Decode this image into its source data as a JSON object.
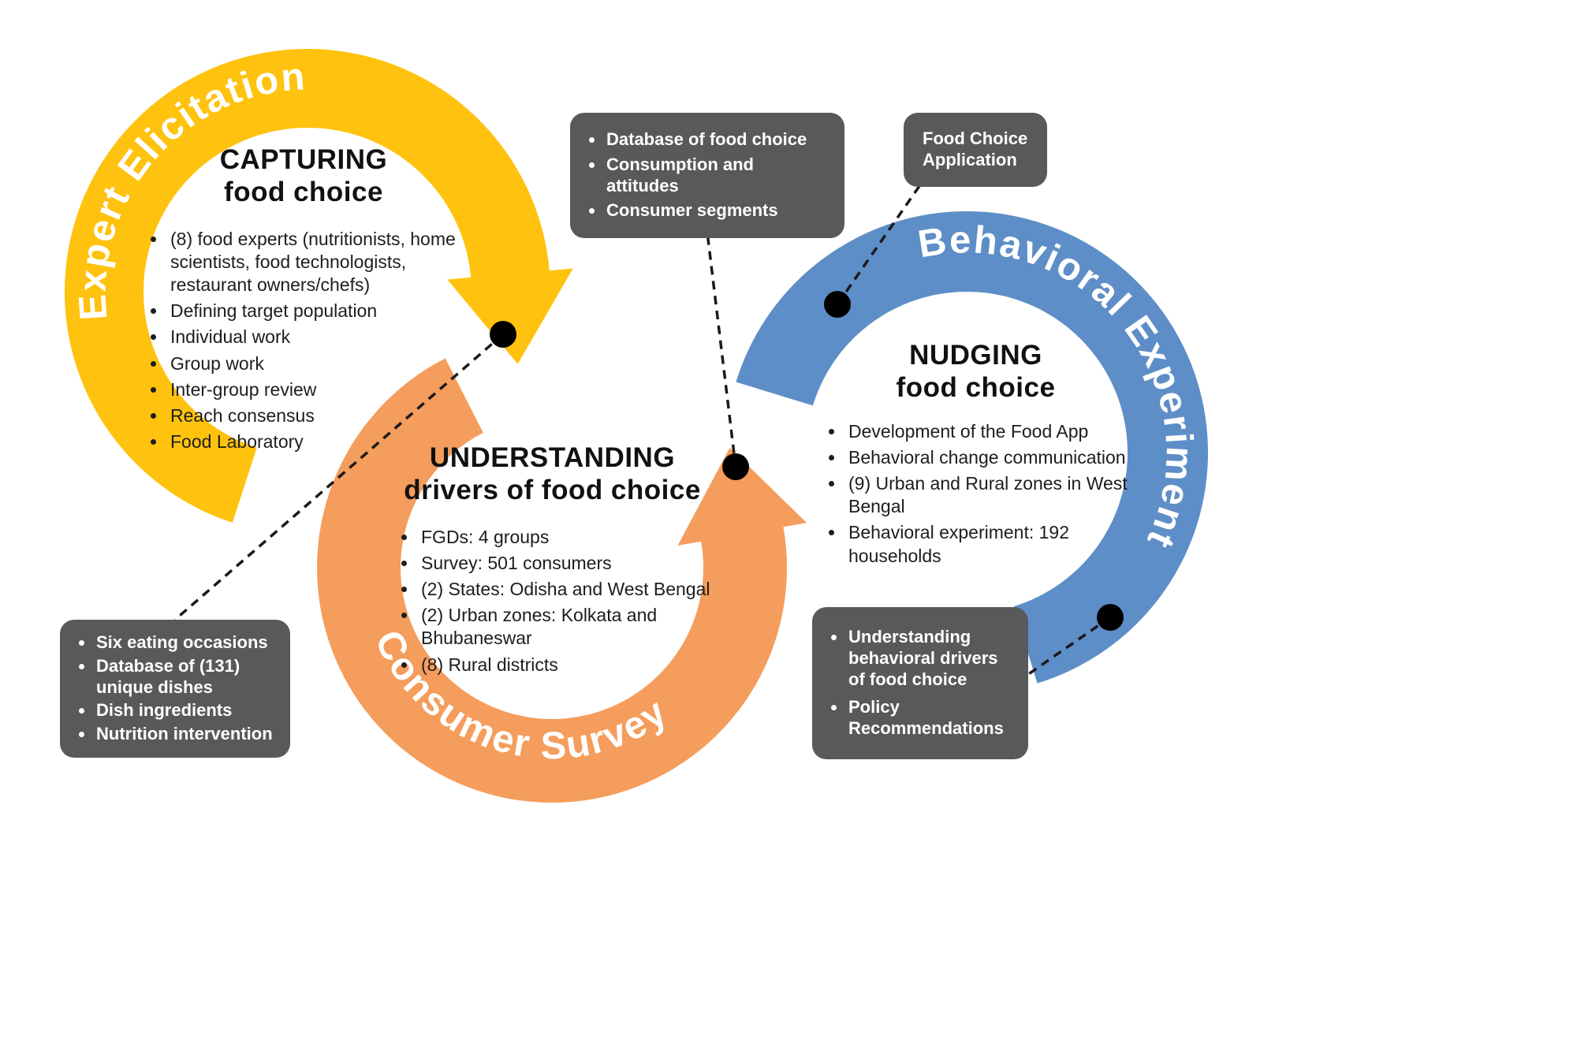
{
  "rings": {
    "expert": {
      "label": "Expert Elicitation",
      "color": "#FFC20E",
      "title_line1": "CAPTURING",
      "title_line2": "food choice",
      "bullets": [
        "(8) food experts (nutritionists, home scientists, food technologists, restaurant owners/chefs)",
        "Defining target population",
        "Individual work",
        "Group work",
        "Inter-group review",
        "Reach consensus",
        "Food Laboratory"
      ]
    },
    "consumer": {
      "label": "Consumer Survey",
      "color": "#F49D5C",
      "title_line1": "UNDERSTANDING",
      "title_line2": "drivers of food choice",
      "bullets": [
        "FGDs: 4 groups",
        "Survey: 501 consumers",
        "(2) States: Odisha and West Bengal",
        "(2) Urban zones: Kolkata and Bhubaneswar",
        "(8) Rural districts"
      ]
    },
    "behavioral": {
      "label": "Behavioral Experiment",
      "color": "#5E8EC7",
      "title_line1": "NUDGING",
      "title_line2": "food choice",
      "bullets": [
        "Development of the Food App",
        "Behavioral change communication",
        "(9) Urban and Rural zones in West Bengal",
        "Behavioral experiment: 192 households"
      ]
    }
  },
  "callouts": {
    "consumer_outputs": {
      "items": [
        "Database of food choice",
        "Consumption and attitudes",
        "Consumer segments"
      ]
    },
    "food_choice_app": {
      "text": "Food Choice Application"
    },
    "expert_outputs": {
      "items": [
        "Six eating occasions",
        "Database of (131) unique dishes",
        "Dish ingredients",
        "Nutrition intervention"
      ]
    },
    "behavioral_outputs": {
      "items": [
        "Understanding behavioral drivers of food choice",
        "Policy Recommendations"
      ]
    }
  },
  "colors": {
    "callout_bg": "#58595B",
    "connector": "#1A1A1A",
    "dot": "#000000",
    "ring_text": "#FFFFFF"
  }
}
